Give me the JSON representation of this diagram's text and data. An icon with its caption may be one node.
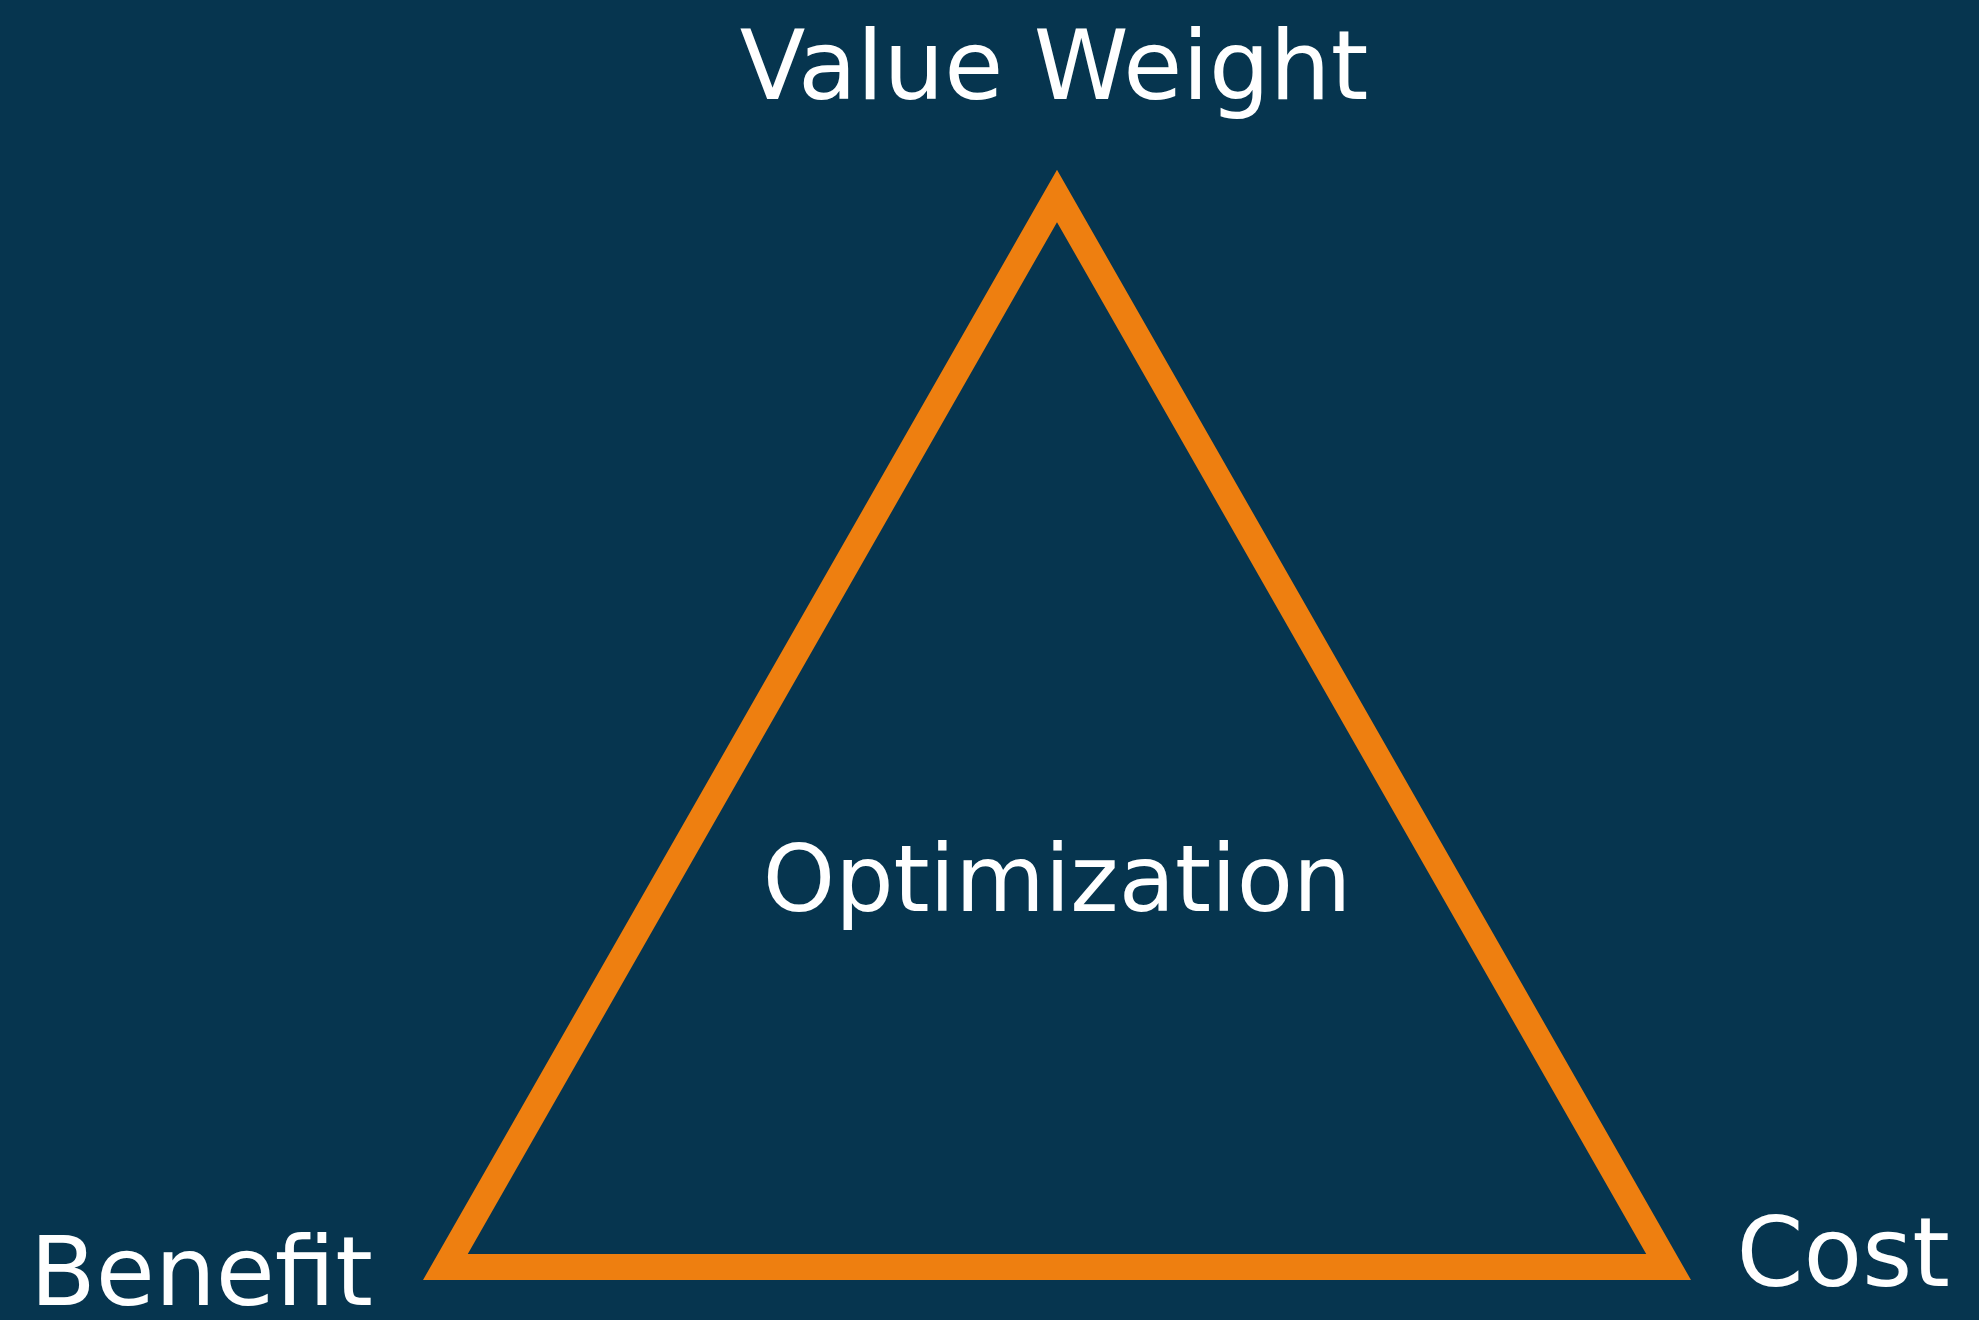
{
  "diagram": {
    "nodes": [
      {
        "text": [
          "Optimization"
        ]
      }
    ],
    "labels": [
      "Value Weight",
      "Benefit",
      "Cost"
    ]
  }
}
